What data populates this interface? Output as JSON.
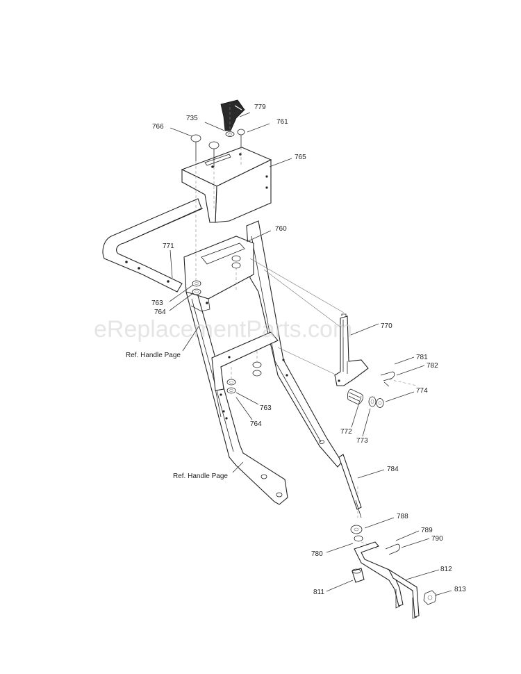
{
  "watermark": "eReplacementParts.com",
  "references": [
    {
      "id": "ref-handle-upper",
      "text": "Ref. Handle Page"
    },
    {
      "id": "ref-handle-lower",
      "text": "Ref. Handle Page"
    }
  ],
  "parts": [
    {
      "id": "779",
      "label": "779"
    },
    {
      "id": "735",
      "label": "735"
    },
    {
      "id": "761",
      "label": "761"
    },
    {
      "id": "766",
      "label": "766"
    },
    {
      "id": "765",
      "label": "765"
    },
    {
      "id": "760",
      "label": "760"
    },
    {
      "id": "771",
      "label": "771"
    },
    {
      "id": "763a",
      "label": "763"
    },
    {
      "id": "764a",
      "label": "764"
    },
    {
      "id": "770",
      "label": "770"
    },
    {
      "id": "781",
      "label": "781"
    },
    {
      "id": "782",
      "label": "782"
    },
    {
      "id": "774",
      "label": "774"
    },
    {
      "id": "772",
      "label": "772"
    },
    {
      "id": "773",
      "label": "773"
    },
    {
      "id": "763b",
      "label": "763"
    },
    {
      "id": "764b",
      "label": "764"
    },
    {
      "id": "784",
      "label": "784"
    },
    {
      "id": "788",
      "label": "788"
    },
    {
      "id": "789",
      "label": "789"
    },
    {
      "id": "790",
      "label": "790"
    },
    {
      "id": "780",
      "label": "780"
    },
    {
      "id": "812",
      "label": "812"
    },
    {
      "id": "811",
      "label": "811"
    },
    {
      "id": "813",
      "label": "813"
    }
  ]
}
